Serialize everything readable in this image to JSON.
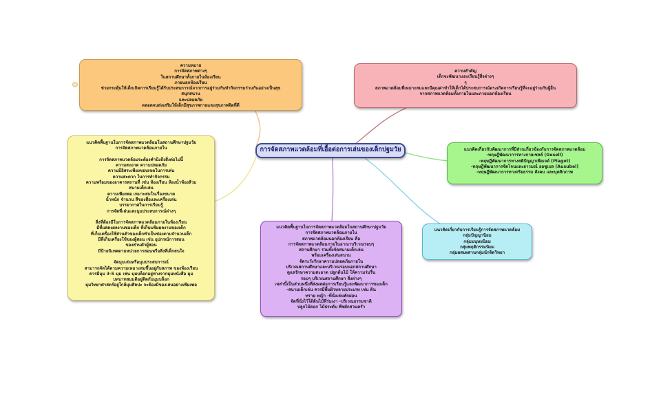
{
  "diagram": {
    "center": {
      "text": "การจัดสภาพแวดล้อมที่เอื้อต่อการเล่นของเด็กปฐมวัย"
    },
    "nodes": {
      "top_left": {
        "color": "#fbc87d",
        "lines": [
          "ความหมาย",
          "การจัดสภาพต่างๆ",
          "ในสถานศึกษาทั้งภายในห้องเรียน",
          "ภายนอกห้องเรียน",
          "ช่วยกระตุ้นให้เด็กเกิดการเรียนรู้ได้รับประสบการณ์จากการอยู่ร่วมกันทำกิจกรรมร่วมกันอย่างเป็นสุข",
          "สนุกสนาน",
          "และปลอดภัย",
          "ตลอดจนส่งเสริมให้เด็กมีสุขภาพกายและสุขภาพจิตที่ดี"
        ]
      },
      "top_right": {
        "color": "#f7b3b8",
        "lines": [
          "ความสำคัญ",
          "เด็กจะพัฒนาและเรียนรู้สิ่งต่างๆ",
          "ๆ",
          "สภาพแวดล้อมที่เหมาะสมและมีคุณค่าทำให้เด็กได้ประสบการณ์ตรงเกิดการเรียนรู้ที่จะอยู่ร่วมกับผู้อื่น",
          "จากสภาพแวดล้อมทั้งภายในและภายนอกห้องเรียน"
        ]
      },
      "left": {
        "color": "#fbf6a6",
        "lines": [
          "แนวคิดพื้นฐานในการจัดสภาพแวดล้อมในสถานศึกษาปฐมวัย",
          "การจัดสภาพแวดล้อมภายใน",
          "",
          "การจัดสภาพแวดล้อมจะต้องคำนึงถึงสิ่งต่อไปนี้",
          "ความสะอาด ความปลอดภัย",
          "ความมีอิสระเพียงขอบเขตในการเล่น",
          "ความสะดวก ในการทำกิจกรรม",
          "ความพร้อมของอาคารสถานที่ เช่น ห้องเรียน ห้องน้ำห้องส้วม",
          "สนามเด็กเล่น",
          "ความเพียงพอ เหมาะสมในเรื่องขนาด",
          "น้ำหนัก จำนวน สีของสื่อและเครื่องเล่น",
          "บรรยากาศในการเรียนรู้",
          "การจัดที่เล่นและมุมประสบการณ์ต่างๆ",
          "",
          "สิ่งที่ต้องมีในการจัดสภาพแวดล้อมภายในห้องเรียน",
          "มีที่แสดงผลงานของเด็ก ที่เก็บแฟ้มผลงานของเด็ก",
          "ที่เก็บเครื่องใช้ส่วนตัวของเด็กทำเป็นช่องตามจำนวนเด็ก",
          "มีที่เก็บเครื่องใช้ของผู้สอน เช่น อุปกรณ์การสอน",
          "ของส่วนตัวผู้สอน",
          "มีป้ายนิเทศตามหน่วยการสอนหรือสิ่งที่เด็กสนใจ",
          "",
          "จัดมุมเล่นหรือมุมประสบการณ์",
          "สามารถจัดได้ตามความเหมาะสมขึ้นอยู่กับสภาพ ของห้องเรียน",
          "ควรมีมุม 3-5 มุม เช่น มุมบล็อกอยู่ห่างจากมุมหนังสือ มุม",
          "บทบาทสมมติอยู่ติดกับมุมบล็อก",
          "มุมวิทยาศาสตร์อยู่ใกล้มุมศิลปะ จะต้องมีของเล่นอย่างเพียงพอ"
        ]
      },
      "right_top": {
        "color": "#a6f58d",
        "lines": [
          "แนวคิดเกี่ยวกับพัฒนาการที่มีส่วนเกี่ยวข้องกับการจัดสภาพแวดล้อม",
          "-ทฤษฎีพัฒนาการทางกายเซลล์ (Gesell)",
          "-ทฤษฎีพัฒนาการทางสติปัญญาเพียเจต์ (Piaget)",
          "-ทฤษฎีพัฒนาการจัดโจนและยาวมณ์ ออซูเบล (Ausubel)",
          "-ทฤษฎีพัฒนาการทางจริยธรรม สังคม และบุคลิกภาพ"
        ]
      },
      "right_bottom": {
        "color": "#b7eef6",
        "lines": [
          "แนวคิดเกี่ยวกับการเรียนรู้การจัดสภาพแวดล้อม",
          "กลุ่มปัญญานิยม",
          "กลุ่มมนุษยนิยม",
          "กลุ่มพฤติกรรมนิยม",
          "กลุ่มผสมผสานกลุ่มนักจิตวิทยา"
        ]
      },
      "bottom": {
        "color": "#dcb2f5",
        "lines": [
          "แนวคิดพื้นฐานในการจัดสภาพแวดล้อมในสถานศึกษาปฐมวัย",
          "การจัดสภาพแวดล้อมภายใน",
          "สภาพแวดล้อมนอกห้องเรียน คือ",
          "การจัดสภาพแวดล้อมภายในอาณาบริเวณรอบๆ",
          "สถานศึกษา รวมทั้งจัดสนามเด็กเล่น",
          "พร้อมเครื่องเล่นสนาม",
          "จัดระวังรักษาความปลอดภัยภายใน",
          "บริเวณสถานศึกษาและบริเวณรอบนอกสถานศึกษา",
          "ดูแลรักษาความสะอาด ปลูกต้นไม้ ให้ความร่มรื่น",
          "รอบๆ บริเวณสถานศึกษา สิ่งต่างๆ",
          "เหล่านี้เป็นส่วนหนึ่งที่ส่งผลต่อการเรียนรู้และพัฒนาการของเด็ก",
          "-สนามเด็กเล่น ควรมีพื้นผิวหลายประเภท เช่น ดิน",
          "ทราย หญ้า -ที่นั่งเล่นพักผ่อน",
          "จัดที่นั่งไว้ใต้ต้นไม้ที่ร่มเงา -บริเวณธรรมชาติ",
          "ปลูกไม้ดอก ไม้ประดับ พืชผักสวนครัว"
        ]
      }
    },
    "connector_colors": {
      "top_left": "#f0c489",
      "top_right": "#c27a80",
      "left": "#efe58a",
      "right_top": "#8ee07a",
      "right_bottom": "#8fd3e6",
      "bottom": "#b98ad8"
    }
  }
}
